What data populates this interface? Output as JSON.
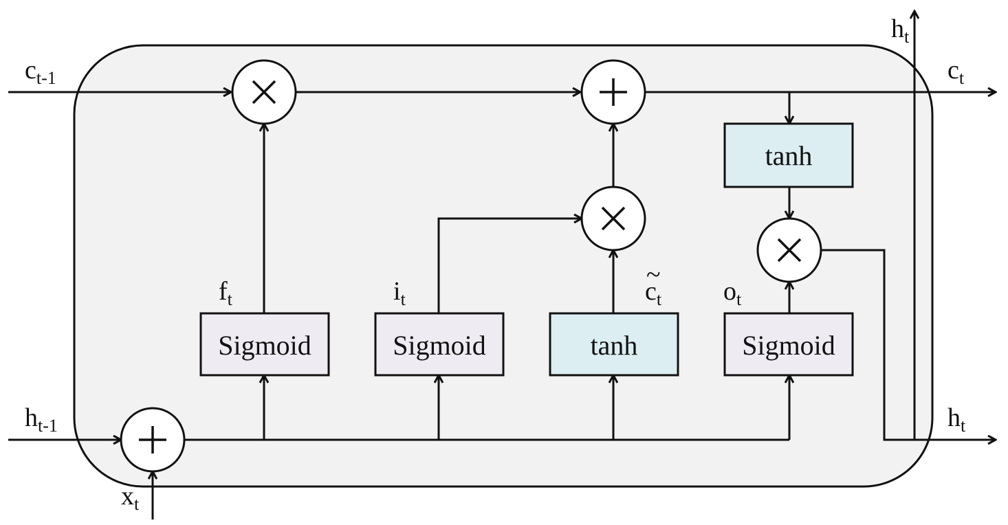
{
  "labels": {
    "c_prev": {
      "base": "c",
      "sub": "t-1"
    },
    "h_prev": {
      "base": "h",
      "sub": "t-1"
    },
    "x_t": {
      "base": "x",
      "sub": "t"
    },
    "c_t": {
      "base": "c",
      "sub": "t"
    },
    "h_t_out": {
      "base": "h",
      "sub": "t"
    },
    "h_t_up": {
      "base": "h",
      "sub": "t"
    },
    "f_t": {
      "base": "f",
      "sub": "t"
    },
    "i_t": {
      "base": "i",
      "sub": "t"
    },
    "c_tilde": {
      "base": "c",
      "sub": "t",
      "accent": "~"
    },
    "o_t": {
      "base": "o",
      "sub": "t"
    }
  },
  "gates": {
    "forget": "Sigmoid",
    "input": "Sigmoid",
    "candidate": "tanh",
    "output": "Sigmoid",
    "cell_tanh": "tanh"
  },
  "colors": {
    "cell_background": "#f2f2f2",
    "sigmoid_box": "#eeebf3",
    "tanh_box": "#dceef2",
    "line": "#111111"
  }
}
